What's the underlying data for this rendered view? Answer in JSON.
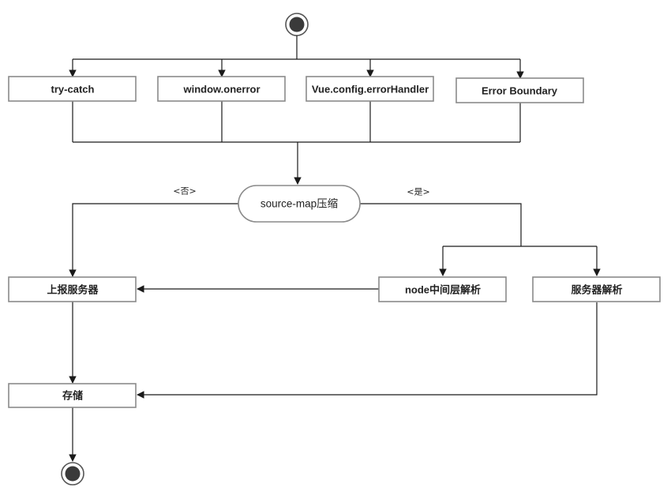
{
  "nodes": {
    "try_catch": "try-catch",
    "window_onerror": "window.onerror",
    "vue_error_handler": "Vue.config.errorHandler",
    "error_boundary": "Error Boundary",
    "source_map": "source-map压缩",
    "report_server": "上报服务器",
    "node_parse": "node中间层解析",
    "server_parse": "服务器解析",
    "storage": "存储"
  },
  "edge_labels": {
    "no": "<否>",
    "yes": "<是>"
  },
  "colors": {
    "box_border": "#8a8a8a",
    "line": "#1a1a1a",
    "start_fill": "#3a3a3a"
  }
}
